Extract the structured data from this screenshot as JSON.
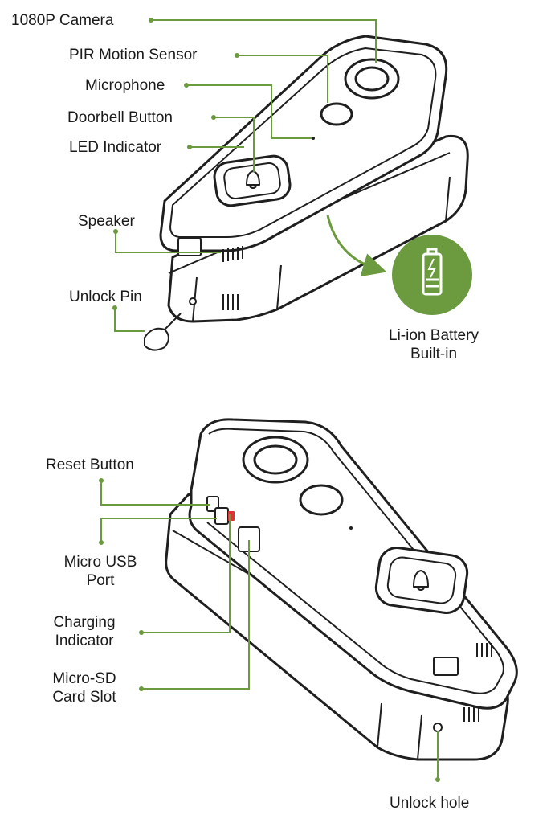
{
  "colors": {
    "accent": "#6b9a3f",
    "outline": "#1f1f1f",
    "fill": "#ffffff",
    "battery_icon": "#ffffff"
  },
  "front_view": {
    "labels": {
      "camera": "1080P Camera",
      "pir": "PIR Motion Sensor",
      "microphone": "Microphone",
      "doorbell": "Doorbell Button",
      "led": "LED Indicator",
      "speaker": "Speaker",
      "unlock_pin": "Unlock Pin"
    },
    "battery": {
      "line1": "Li-ion Battery",
      "line2": "Built-in",
      "icon": "battery-charging-icon"
    }
  },
  "side_view": {
    "labels": {
      "reset": "Reset Button",
      "usb_line1": "Micro USB",
      "usb_line2": "Port",
      "charging_line1": "Charging",
      "charging_line2": "Indicator",
      "sd_line1": "Micro-SD",
      "sd_line2": "Card Slot",
      "unlock_hole": "Unlock hole"
    },
    "icon": "bell-icon"
  }
}
